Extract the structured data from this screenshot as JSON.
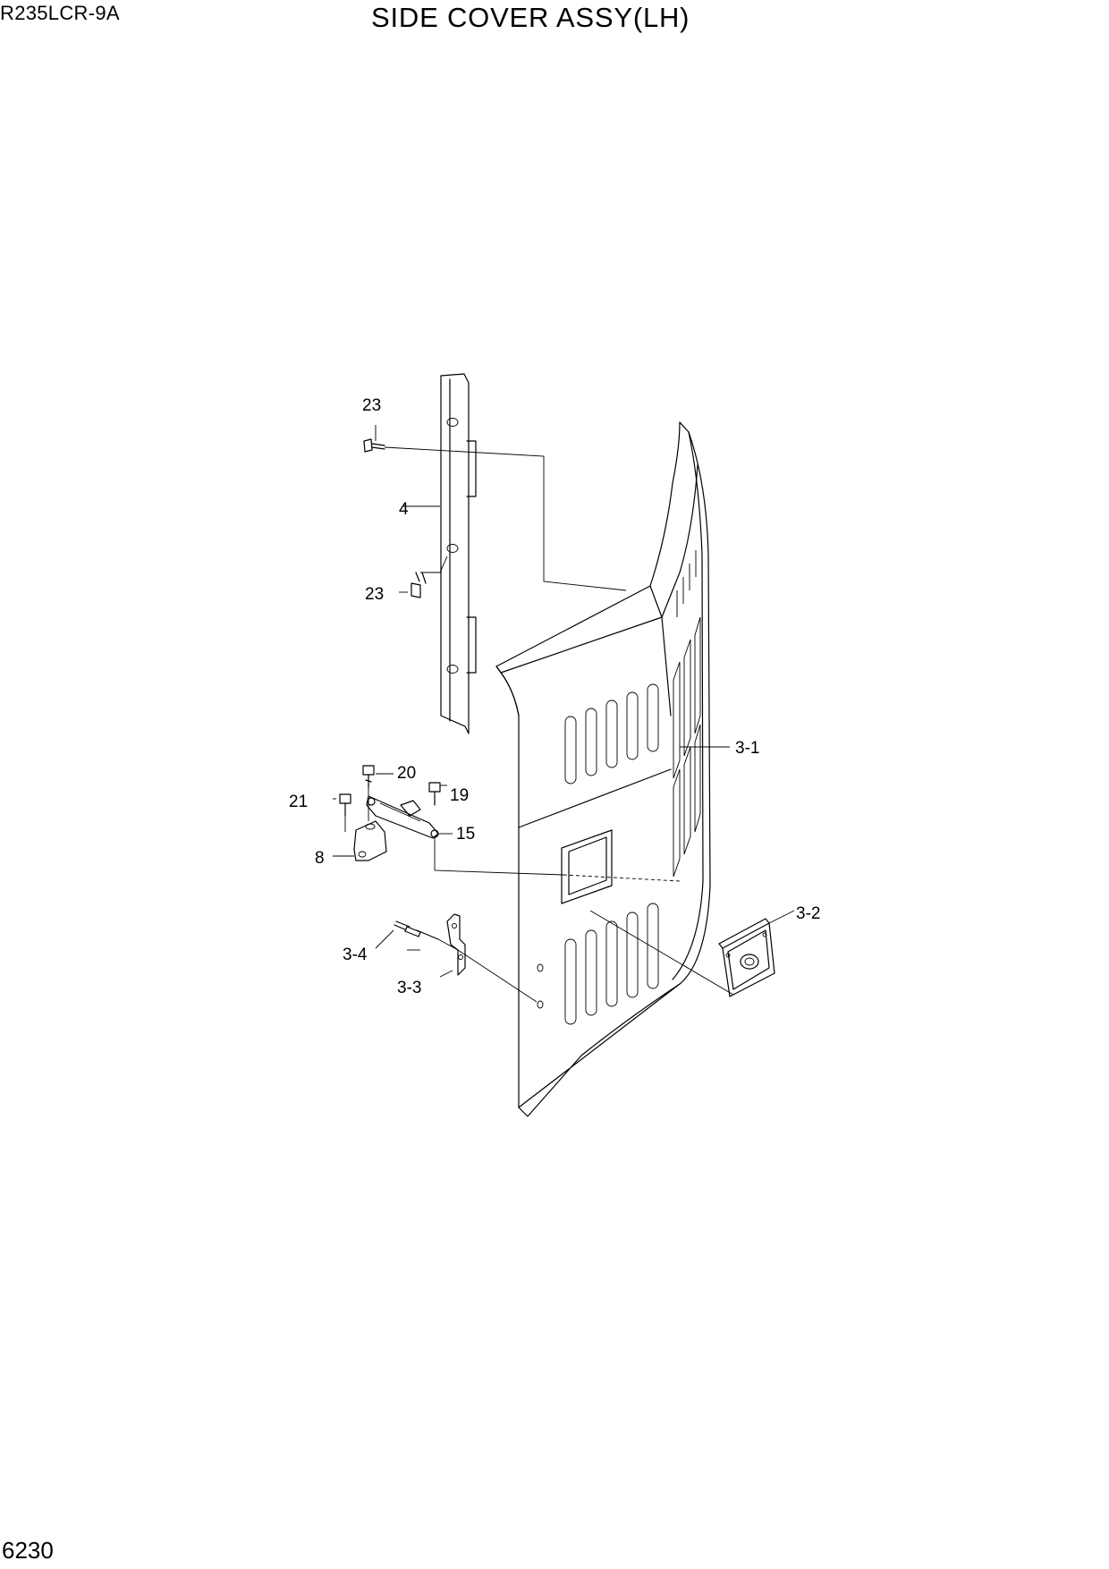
{
  "header": {
    "model": "R235LCR-9A",
    "title": "SIDE COVER ASSY(LH)"
  },
  "footer": {
    "page_number": "6230"
  },
  "callouts": {
    "c23a": "23",
    "c4": "4",
    "c23b": "23",
    "c20": "20",
    "c21": "21",
    "c19": "19",
    "c15": "15",
    "c8": "8",
    "c3_1": "3-1",
    "c3_2": "3-2",
    "c3_3": "3-3",
    "c3_4": "3-4"
  }
}
